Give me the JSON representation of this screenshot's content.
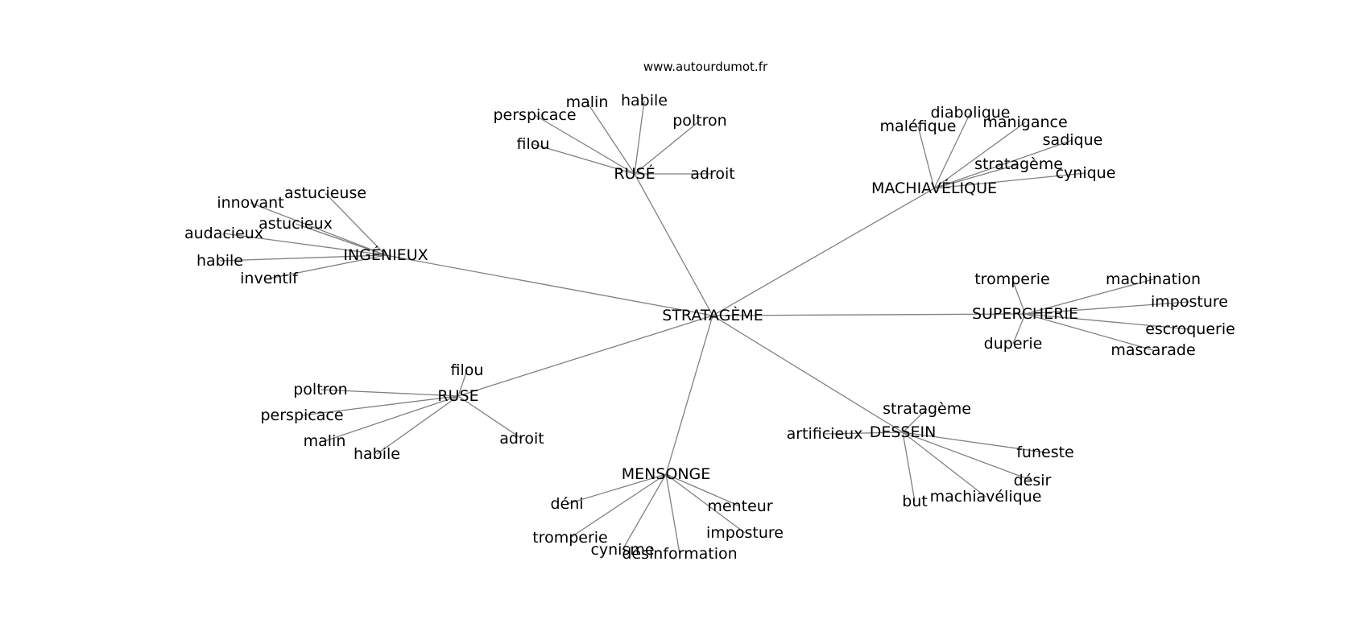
{
  "source": "www.autourdumot.fr",
  "center": "STRATAGÈME",
  "groups": [
    {
      "label": "RUSÉ",
      "words": [
        "perspicace",
        "malin",
        "habile",
        "poltron",
        "filou",
        "adroit"
      ]
    },
    {
      "label": "MACHIAVÉLIQUE",
      "words": [
        "maléfique",
        "diabolique",
        "manigance",
        "sadique",
        "stratagème",
        "cynique"
      ]
    },
    {
      "label": "INGÉNIEUX",
      "words": [
        "astucieuse",
        "innovant",
        "astucieux",
        "audacieux",
        "habile",
        "inventif"
      ]
    },
    {
      "label": "SUPERCHERIE",
      "words": [
        "tromperie",
        "machination",
        "imposture",
        "escroquerie",
        "mascarade",
        "duperie"
      ]
    },
    {
      "label": "RUSE",
      "words": [
        "filou",
        "poltron",
        "perspicace",
        "malin",
        "habile",
        "adroit"
      ]
    },
    {
      "label": "DESSEIN",
      "words": [
        "stratagème",
        "artificieux",
        "funeste",
        "désir",
        "machiavélique",
        "but"
      ]
    },
    {
      "label": "MENSONGE",
      "words": [
        "déni",
        "menteur",
        "tromperie",
        "imposture",
        "cynisme",
        "désinformation"
      ]
    }
  ]
}
